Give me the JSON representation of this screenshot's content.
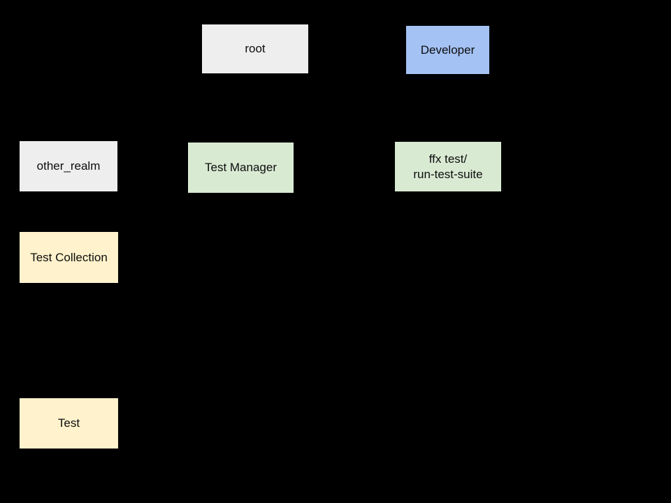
{
  "diagram": {
    "background_color": "#000000",
    "text_color": "#0d0d0d",
    "palette": {
      "gray": "#eeeeee",
      "blue": "#a4c2f4",
      "green": "#d9ead3",
      "yellow": "#fff2cc"
    },
    "nodes": {
      "root": {
        "label": "root",
        "color": "#eeeeee"
      },
      "developer": {
        "label": "Developer",
        "color": "#a4c2f4"
      },
      "other_realm": {
        "label": "other_realm",
        "color": "#eeeeee"
      },
      "test_manager": {
        "label": "Test Manager",
        "color": "#d9ead3"
      },
      "ffx_run_test_suite": {
        "label": "ffx test/\nrun-test-suite",
        "color": "#d9ead3"
      },
      "test_collection": {
        "label": "Test Collection",
        "color": "#fff2cc"
      },
      "test": {
        "label": "Test",
        "color": "#fff2cc"
      }
    }
  }
}
